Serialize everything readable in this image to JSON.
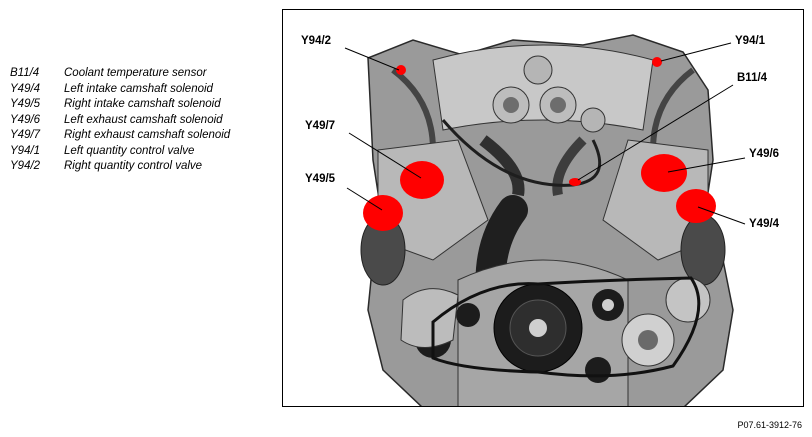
{
  "legend": [
    {
      "code": "B11/4",
      "desc": "Coolant temperature sensor"
    },
    {
      "code": "Y49/4",
      "desc": "Left intake camshaft solenoid"
    },
    {
      "code": "Y49/5",
      "desc": "Right intake camshaft solenoid"
    },
    {
      "code": "Y49/6",
      "desc": "Left exhaust camshaft solenoid"
    },
    {
      "code": "Y49/7",
      "desc": "Right exhaust camshaft solenoid"
    },
    {
      "code": "Y94/1",
      "desc": "Left quantity control valve"
    },
    {
      "code": "Y94/2",
      "desc": "Right quantity control valve"
    }
  ],
  "callouts": {
    "y94_2": "Y94/2",
    "y94_1": "Y94/1",
    "b11_4": "B11/4",
    "y49_7": "Y49/7",
    "y49_6": "Y49/6",
    "y49_5": "Y49/5",
    "y49_4": "Y49/4"
  },
  "reference": "P07.61-3912-76",
  "colors": {
    "highlight": "#ff0000",
    "engine_dark": "#3a3a3a",
    "engine_mid": "#8c8c8c",
    "engine_light": "#d4d4d4"
  }
}
